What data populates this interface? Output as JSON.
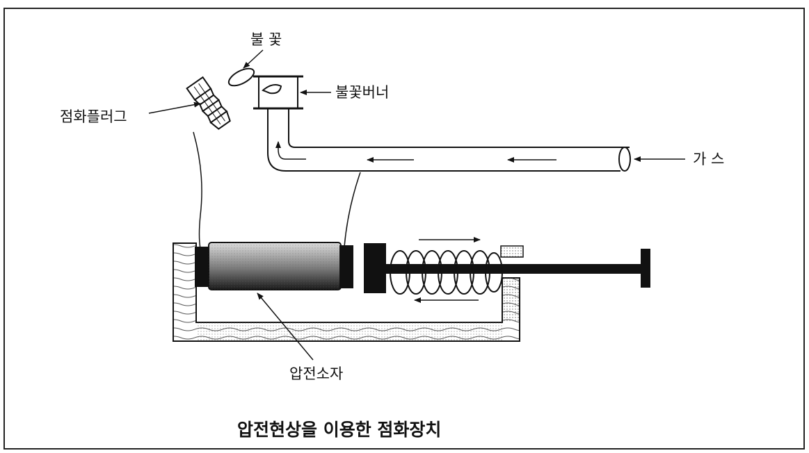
{
  "labels": {
    "spark": "불 꽃",
    "spark_plug": "점화플러그",
    "spark_burner": "불꽃버너",
    "gas": "가 스",
    "piezo_element": "압전소자"
  },
  "caption": "압전현상을 이용한 점화장치",
  "colors": {
    "ink": "#111111",
    "paper": "#ffffff"
  }
}
